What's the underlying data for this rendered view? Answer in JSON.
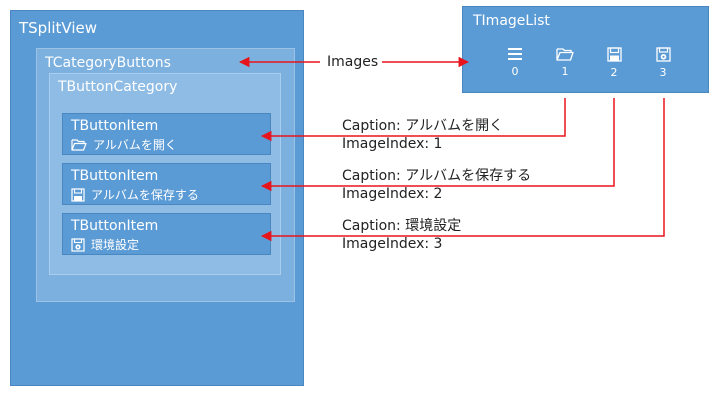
{
  "split_view": {
    "title": "TSplitView"
  },
  "category_buttons": {
    "title": "TCategoryButtons"
  },
  "button_category": {
    "title": "TButtonCategory"
  },
  "button_items": [
    {
      "title": "TButtonItem",
      "caption": "アルバムを開く",
      "icon": "folder-open-icon"
    },
    {
      "title": "TButtonItem",
      "caption": "アルバムを保存する",
      "icon": "save-icon"
    },
    {
      "title": "TButtonItem",
      "caption": "環境設定",
      "icon": "settings-save-icon"
    }
  ],
  "image_list": {
    "title": "TImageList",
    "images": [
      {
        "index": "0",
        "icon": "hamburger-menu-icon"
      },
      {
        "index": "1",
        "icon": "folder-open-icon"
      },
      {
        "index": "2",
        "icon": "save-icon"
      },
      {
        "index": "3",
        "icon": "settings-save-icon"
      }
    ]
  },
  "annotations": {
    "images_label": "Images",
    "items": [
      {
        "caption_line": "Caption: アルバムを開く",
        "index_line": "ImageIndex: 1"
      },
      {
        "caption_line": "Caption: アルバムを保存する",
        "index_line": "ImageIndex: 2"
      },
      {
        "caption_line": "Caption: 環境設定",
        "index_line": "ImageIndex: 3"
      }
    ]
  },
  "colors": {
    "panel": "#5b9bd5",
    "panel_light": "#7cb0df",
    "panel_lighter": "#8fbce4",
    "arrow": "#e8141b"
  }
}
